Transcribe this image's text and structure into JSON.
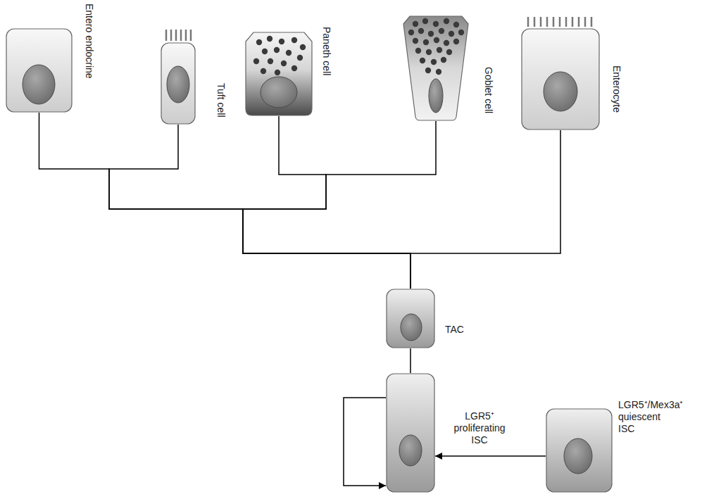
{
  "diagram": {
    "nodes": [
      {
        "text": [
          "Entero endocrine"
        ]
      },
      {
        "text": [
          "Tuft cell"
        ]
      },
      {
        "text": [
          "Paneth cell"
        ]
      },
      {
        "text": [
          "Goblet cell"
        ]
      },
      {
        "text": [
          "Enterocyte"
        ]
      },
      {
        "text": [
          "TAC"
        ]
      },
      {
        "text": [
          "LGR5⁺ proliferating ISC"
        ]
      },
      {
        "text": [
          "LGR5⁺/Mex3a⁺ quiescent ISC"
        ]
      }
    ],
    "edges": [
      {
        "from": 5,
        "to": 0,
        "arrow": "none"
      },
      {
        "from": 5,
        "to": 1,
        "arrow": "none"
      },
      {
        "from": 5,
        "to": 2,
        "arrow": "none"
      },
      {
        "from": 5,
        "to": 3,
        "arrow": "none"
      },
      {
        "from": 5,
        "to": 4,
        "arrow": "none"
      },
      {
        "from": 6,
        "to": 5,
        "arrow": "none"
      },
      {
        "from": 7,
        "to": 6,
        "arrow": "to"
      },
      {
        "from": 6,
        "to": 6,
        "arrow": "to"
      }
    ]
  }
}
